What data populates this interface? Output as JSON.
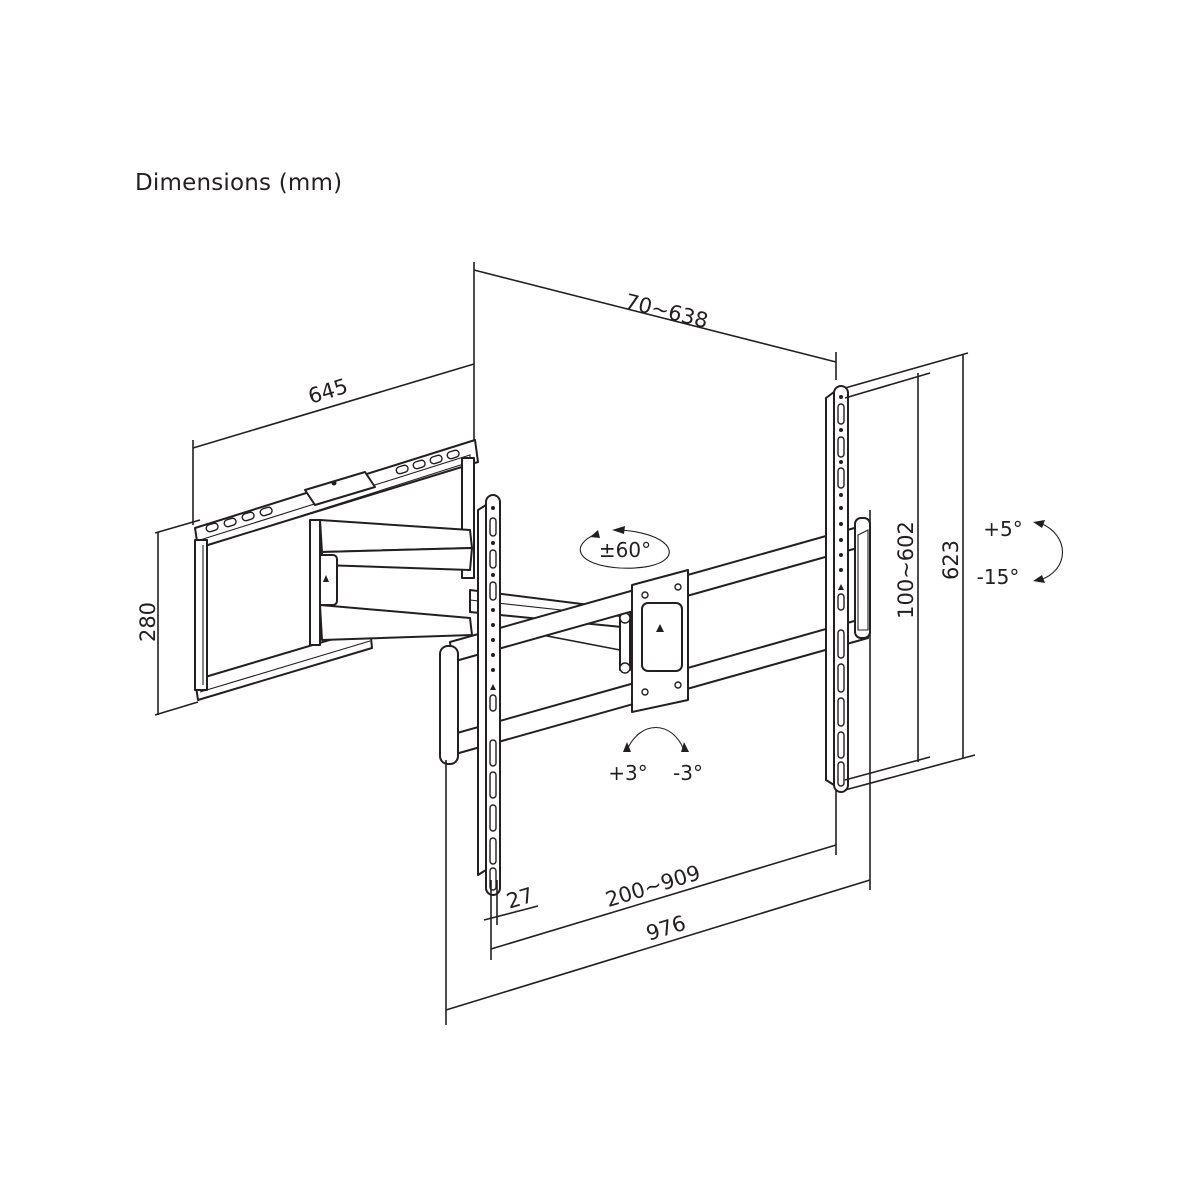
{
  "title": "Dimensions (mm)",
  "dimensions": {
    "wall_plate_width": "645",
    "wall_plate_height": "280",
    "extension": "70~638",
    "vesa_vertical": "100~602",
    "bracket_height": "623",
    "vesa_horizontal": "200~909",
    "bracket_width": "976",
    "rail_depth": "27"
  },
  "angles": {
    "swivel": "±60°",
    "tilt_up": "+5°",
    "tilt_down": "-15°",
    "level_plus": "+3°",
    "level_minus": "-3°"
  },
  "colors": {
    "line": "#231f20",
    "background": "#ffffff"
  }
}
